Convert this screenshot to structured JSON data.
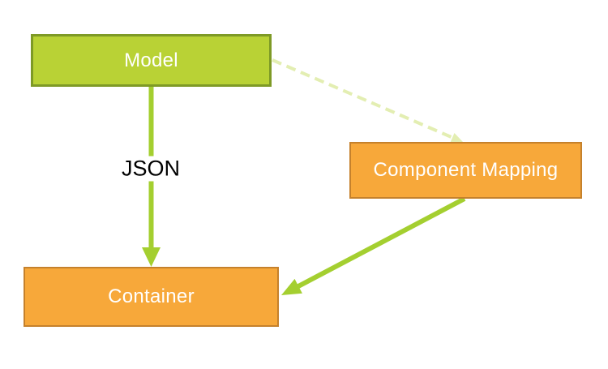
{
  "diagram": {
    "nodes": {
      "model": {
        "label": "Model"
      },
      "component_mapping": {
        "label": "Component Mapping"
      },
      "container": {
        "label": "Container"
      }
    },
    "edges": {
      "model_to_container": {
        "label": "JSON",
        "style": "solid-arrow"
      },
      "model_to_component_mapping": {
        "label": "",
        "style": "dashed-arrow"
      },
      "component_mapping_to_container": {
        "label": "",
        "style": "solid-arrow"
      }
    },
    "colors": {
      "model_fill": "#b9d235",
      "model_border": "#7e9a26",
      "orange_fill": "#f7a83a",
      "orange_border": "#c5812c",
      "arrow_green": "#a4cf30",
      "dashed_green": "#e3eeb2",
      "node_text": "#ffffff",
      "edge_label_text": "#000000",
      "background": "#ffffff"
    }
  }
}
